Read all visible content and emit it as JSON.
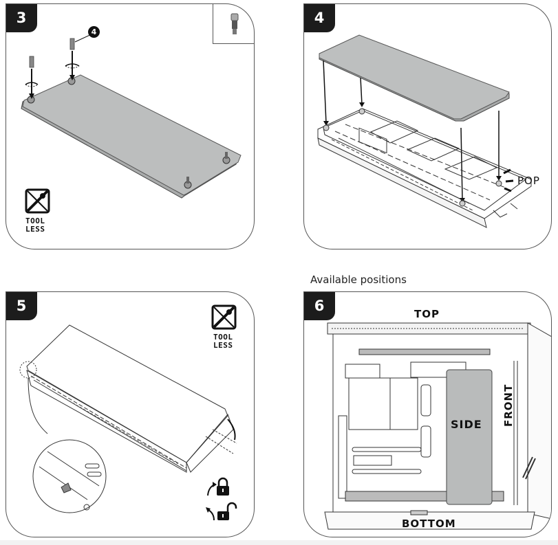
{
  "panels": [
    {
      "step": "3",
      "callout_number": "4",
      "tool_icon": "toolless-icon",
      "tool_label_line1": "TOOL",
      "tool_label_line2": "LESS",
      "inset_icon": "standoff-screw-icon"
    },
    {
      "step": "4",
      "annotation": "POP"
    },
    {
      "step": "5",
      "tool_icon": "toolless-icon",
      "tool_label_line1": "TOOL",
      "tool_label_line2": "LESS",
      "lock_icon": "lock-closed-icon",
      "unlock_icon": "lock-open-icon"
    },
    {
      "step": "6",
      "caption": "Available positions",
      "labels": {
        "top": "TOP",
        "side": "SIDE",
        "front": "FRONT",
        "bottom": "BOTTOM"
      }
    }
  ],
  "colors": {
    "badge": "#1c1c1c",
    "panel_gray": "#b9bbbb",
    "line": "#333333"
  }
}
